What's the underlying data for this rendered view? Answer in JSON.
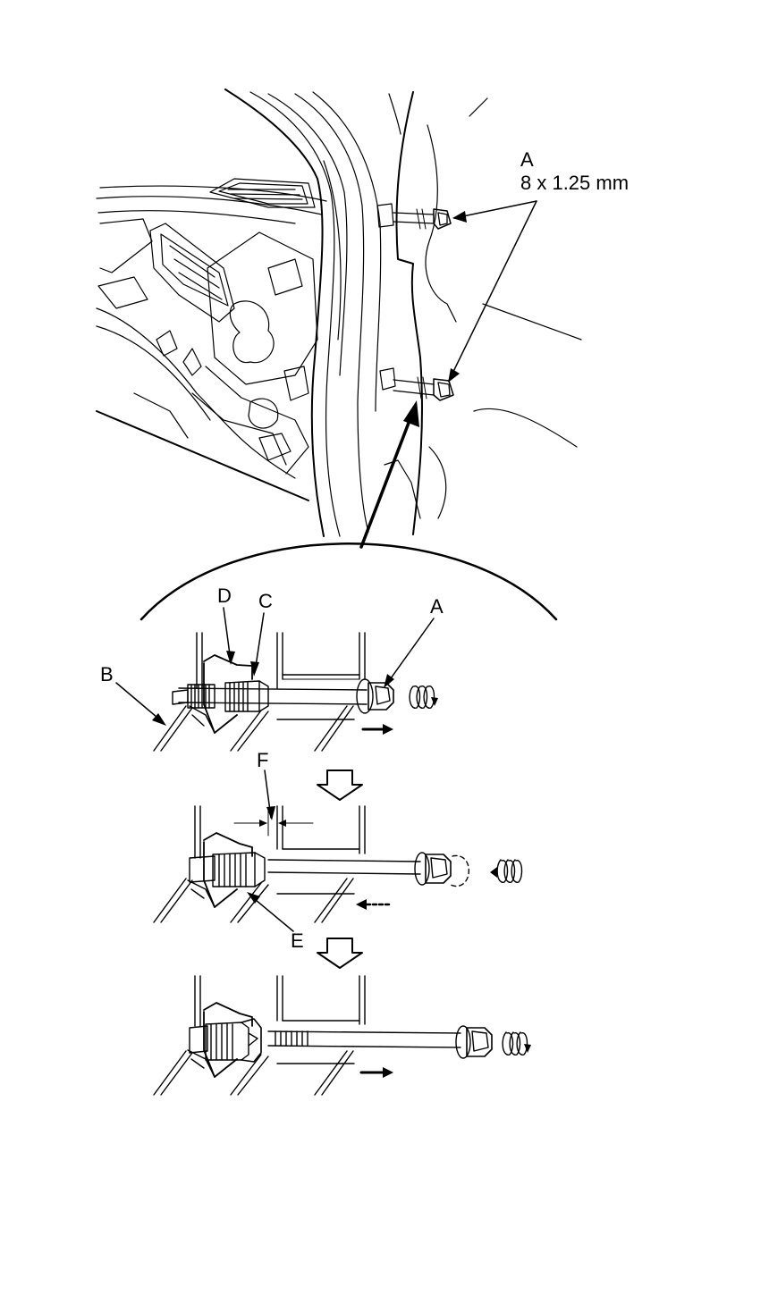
{
  "labels": {
    "a_top": "A",
    "a_spec": "8 x 1.25 mm",
    "a_detail": "A",
    "b": "B",
    "c": "C",
    "d": "D",
    "e": "E",
    "f": "F"
  },
  "colors": {
    "line": "#000000",
    "background": "#ffffff"
  }
}
